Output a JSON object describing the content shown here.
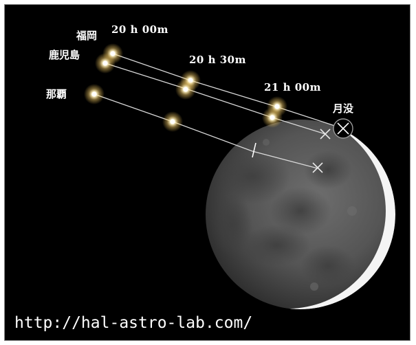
{
  "labels": {
    "fukuoka": "福岡",
    "kagoshima": "鹿児島",
    "naha": "那覇",
    "moonset": "月没"
  },
  "times": {
    "t2000": "20 h 00m",
    "t2030": "20 h 30m",
    "t2100": "21 h 00m"
  },
  "source_url": "http://hal-astro-lab.com/",
  "colors": {
    "background": "#000000",
    "text": "#ffffff",
    "track_line": "#d8d8d8",
    "star_glow": "#ffe9a8",
    "moon_dark": "#5a5a5a",
    "moon_limb_lit": "#f2f2f2"
  }
}
